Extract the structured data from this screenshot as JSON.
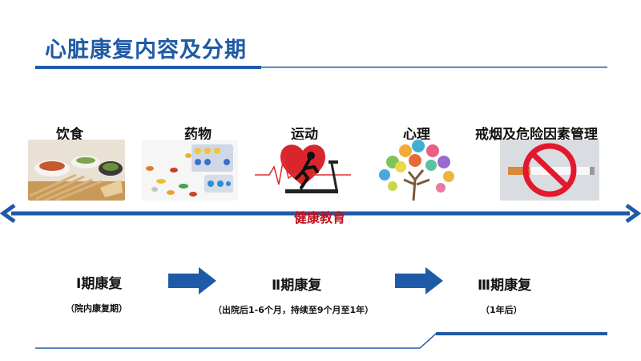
{
  "title": "心脏康复内容及分期",
  "categories": [
    {
      "label": "饮食"
    },
    {
      "label": "药物"
    },
    {
      "label": "运动"
    },
    {
      "label": "心理"
    },
    {
      "label": "戒烟及危险因素管理"
    }
  ],
  "education": "健康教育",
  "phases": [
    {
      "label": "Ⅰ期康复",
      "note": "（院内康复期）"
    },
    {
      "label": "Ⅱ期康复",
      "note": "（出院后1-6个月，持续至9个月至1年）"
    },
    {
      "label": "Ⅲ期康复",
      "note": "（1年后）"
    }
  ],
  "colors": {
    "accent": "#1f5aa6",
    "education": "#c0111f",
    "no_smoking": "#e3172d"
  },
  "icons": [
    "food-photo",
    "pills-photo",
    "treadmill-heart-icon",
    "mind-tree-icon",
    "no-smoking-icon",
    "double-arrow-icon",
    "right-arrow-icon"
  ]
}
